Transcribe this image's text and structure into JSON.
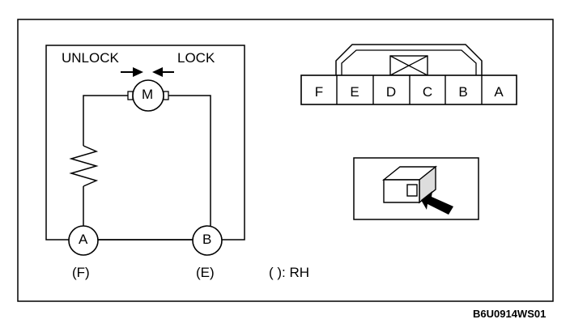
{
  "circuit": {
    "unlock_label": "UNLOCK",
    "lock_label": "LOCK",
    "motor_label": "M",
    "terminal_a": "A",
    "terminal_b": "B",
    "terminal_a_rh": "(F)",
    "terminal_b_rh": "(E)",
    "rh_note": "( ): RH"
  },
  "connector": {
    "pins": [
      "F",
      "E",
      "D",
      "C",
      "B",
      "A"
    ]
  },
  "figure_code": "B6U0914WS01"
}
